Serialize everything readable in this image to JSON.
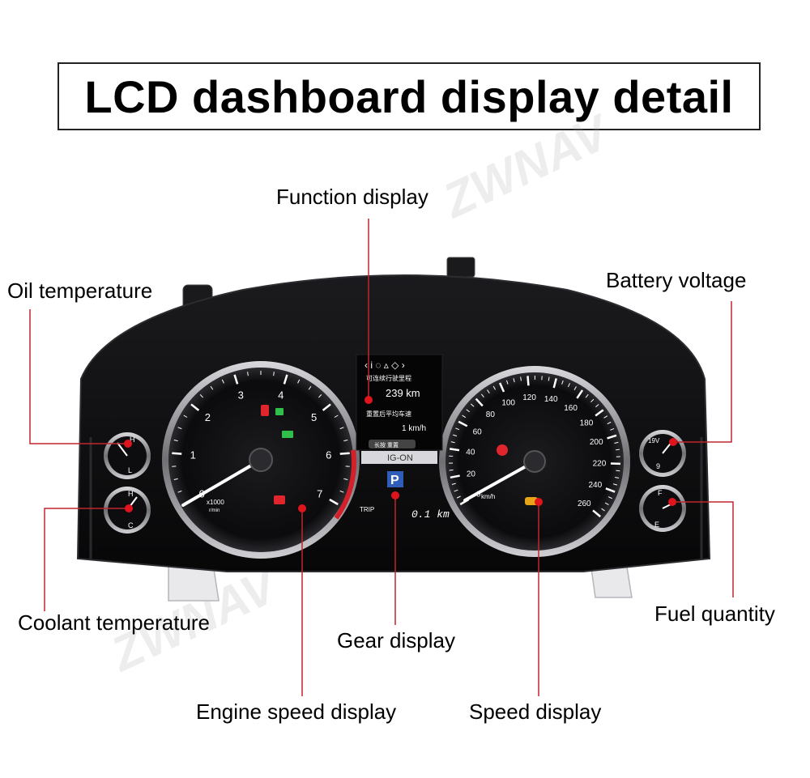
{
  "title": "LCD dashboard display detail",
  "watermark": "ZWNAV",
  "callouts": {
    "function_display": "Function display",
    "oil_temperature": "Oil temperature",
    "battery_voltage": "Battery voltage",
    "coolant_temperature": "Coolant temperature",
    "fuel_quantity": "Fuel quantity",
    "gear_display": "Gear display",
    "engine_speed_display": "Engine speed display",
    "speed_display": "Speed display"
  },
  "cluster": {
    "tach_ticks": [
      "0",
      "1",
      "2",
      "3",
      "4",
      "5",
      "6",
      "7"
    ],
    "tach_unit": "x1000",
    "tach_unit_sub": "r/min",
    "speed_ticks": [
      "0",
      "20",
      "40",
      "60",
      "80",
      "100",
      "120",
      "140",
      "160",
      "180",
      "200",
      "220",
      "240",
      "260"
    ],
    "speed_unit": "km/h",
    "info_range_label": "可连续行驶里程",
    "info_range_value": "239 km",
    "info_avg_label": "重置后平均车速",
    "info_avg_value": "1 km/h",
    "info_button": "长按 重置",
    "ignition_status": "IG-ON",
    "gear": "P",
    "trip_label": "TRIP",
    "trip_value": "0.1 km",
    "oil_gauge": {
      "high": "H",
      "low": "L"
    },
    "coolant_gauge": {
      "high": "H",
      "low": "C"
    },
    "volt_gauge": {
      "high": "19V",
      "low": "9"
    },
    "fuel_gauge": {
      "high": "F",
      "low": "E"
    }
  },
  "colors": {
    "callout_line": "#c0262d",
    "dot": "#e0141c",
    "needle": "#ffffff",
    "redline": "#d4202a",
    "frame": "#0d0d0f"
  }
}
